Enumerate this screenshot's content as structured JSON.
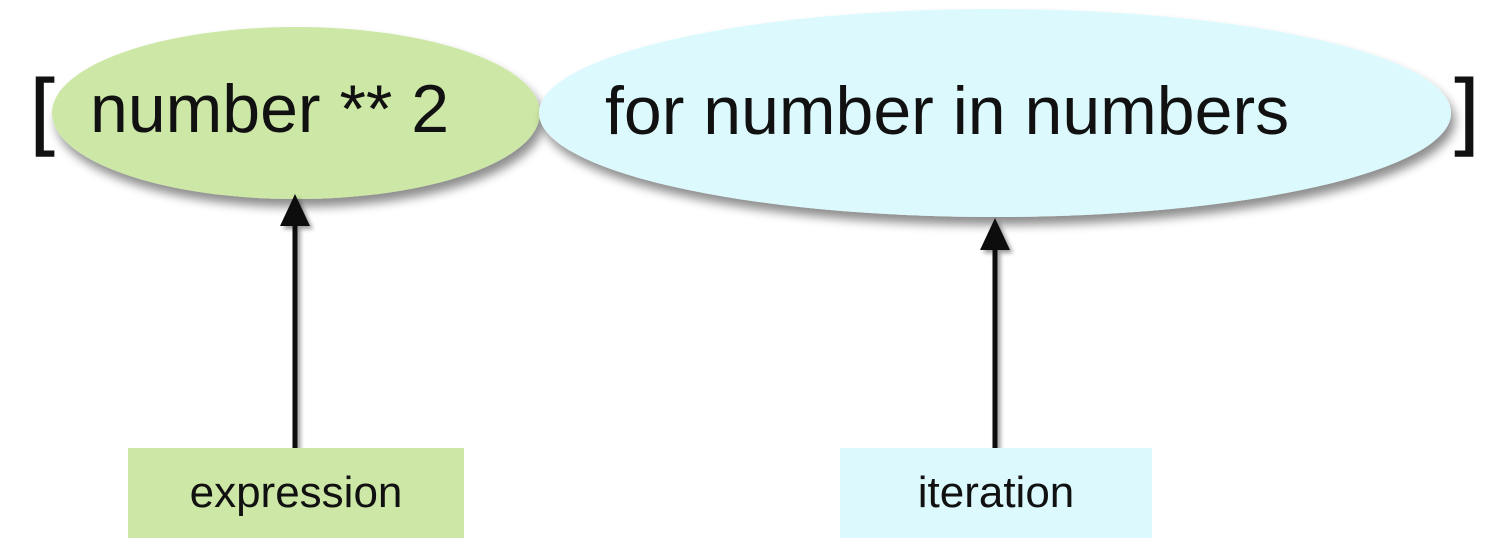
{
  "brackets": {
    "open": "[",
    "close": "]"
  },
  "expression_oval": {
    "text": "number ** 2",
    "color": "#cde7a6"
  },
  "iteration_oval": {
    "text": "for number in numbers",
    "color": "#dcfafe"
  },
  "labels": {
    "expression": "expression",
    "iteration": "iteration"
  },
  "arrow_color": "#111111"
}
